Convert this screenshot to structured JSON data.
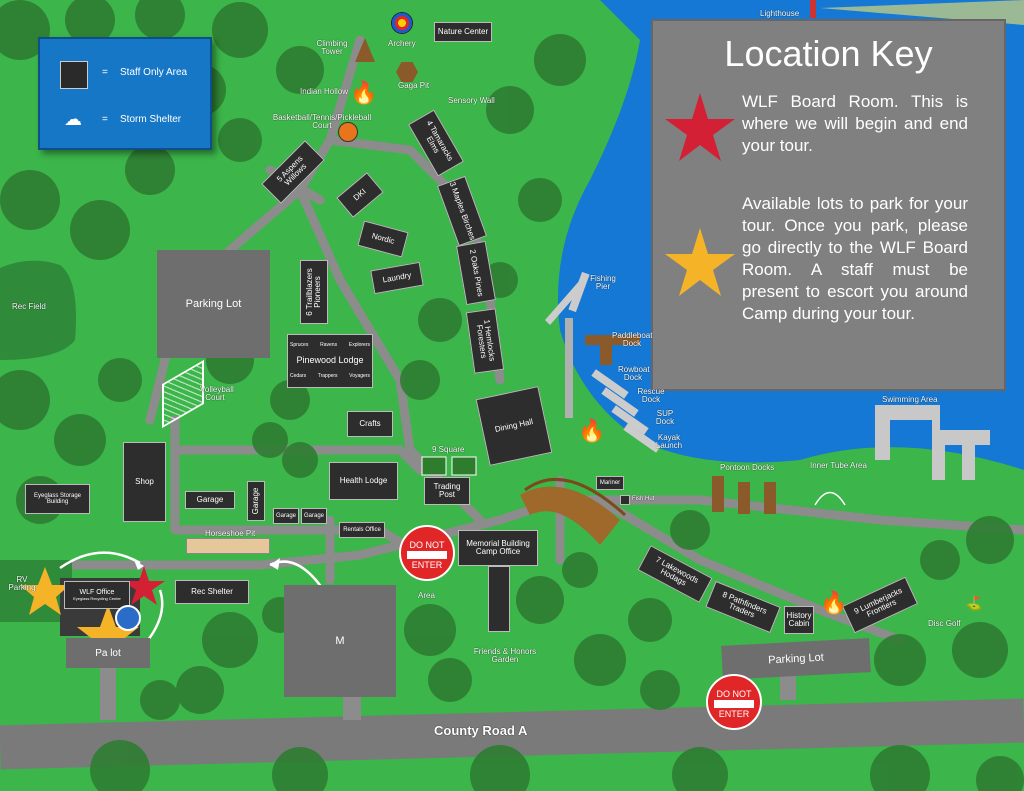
{
  "legend": {
    "staff_only": "Staff Only Area",
    "storm_shelter": "Storm Shelter",
    "equals": "="
  },
  "key": {
    "title": "Location Key",
    "red_star_text": "WLF Board Room. This is where we will begin and end your tour.",
    "yellow_star_text": "Available lots to park for your tour. Once you park, please go directly to the WLF Board Room. A staff must be present to escort you around Camp during your tour.",
    "red_star_color": "#d32035",
    "yellow_star_color": "#f5b428"
  },
  "labels": {
    "lighthouse": "Lighthouse",
    "climbing_tower": "Climbing Tower",
    "archery": "Archery",
    "nature_center": "Nature Center",
    "indian_hollow": "Indian Hollow",
    "gaga_pit": "Gaga Pit",
    "sensory_wall": "Sensory Wall",
    "basketball": "Basketball/Tennis/Pickleball Court",
    "aspens": "5  Aspens Willows",
    "tamaracks": "4  Tamaracks Elms",
    "dki": "DKI",
    "maples": "3  Maples Birches",
    "nordic": "Nordic",
    "laundry": "Laundry",
    "oaks": "2  Oaks Pines",
    "trailblazers": "6  Trailblazers Pioneers",
    "hemlocks": "1  Hemlocks Foresters",
    "fishing_pier": "Fishing Pier",
    "paddleboat_dock": "Paddleboat Dock",
    "rowboat_dock": "Rowboat Dock",
    "rescue_dock": "Rescue Dock",
    "sup_dock": "SUP Dock",
    "kayak_launch": "Kayak Launch",
    "swimming_area": "Swimming Area",
    "rec_field": "Rec Field",
    "parking_lot": "Parking Lot",
    "pinewood_lodge": "Pinewood Lodge",
    "spruces": "Spruces",
    "ravens": "Ravens",
    "explorers": "Explorers",
    "cedars": "Cedars",
    "trappers": "Trappers",
    "voyagers": "Voyagers",
    "volleyball_court": "Volleyball Court",
    "crafts": "Crafts",
    "dining_hall": "Dining Hall",
    "nine_square": "9 Square",
    "trading_post": "Trading Post",
    "health_lodge": "Health Lodge",
    "mariner": "Mariner",
    "fish_hut": "Fish Hut",
    "pontoon_docks": "Pontoon Docks",
    "inner_tube_area": "Inner Tube Area",
    "eyeglass_storage": "Eyeglass Storage Building",
    "shop": "Shop",
    "garage": "Garage",
    "rentals_office": "Rentals Office",
    "horseshoe_pit": "Horseshoe Pit",
    "do_not": "DO NOT",
    "enter": "ENTER",
    "memorial_building": "Memorial Building Camp Office",
    "rv_parking": "RV Parking",
    "wlf_office": "WLF Office",
    "eyeglass_recycling": "Eyeglass Recycling Center",
    "rec_shelter": "Rec Shelter",
    "area": "Area",
    "friends_honors": "Friends & Honors Garden",
    "lakewoods": "7  Lakewoods Hodags",
    "pathfinders": "8  Pathfinders Traders",
    "history_cabin": "History Cabin",
    "lumberjacks": "9  Lumberjacks Frontiers",
    "disc_golf": "Disc Golf",
    "county_road": "County Road A",
    "parking_partial": "Pa      lot",
    "main_partial": "M",
    "fish_hut_short": "Fish Hut"
  },
  "colors": {
    "grass": "#3cb54a",
    "water": "#1478d4",
    "path": "#8c8c8c",
    "road": "#7a7a7a",
    "building": "#2d2d2d",
    "lot": "#6e6e6e"
  }
}
